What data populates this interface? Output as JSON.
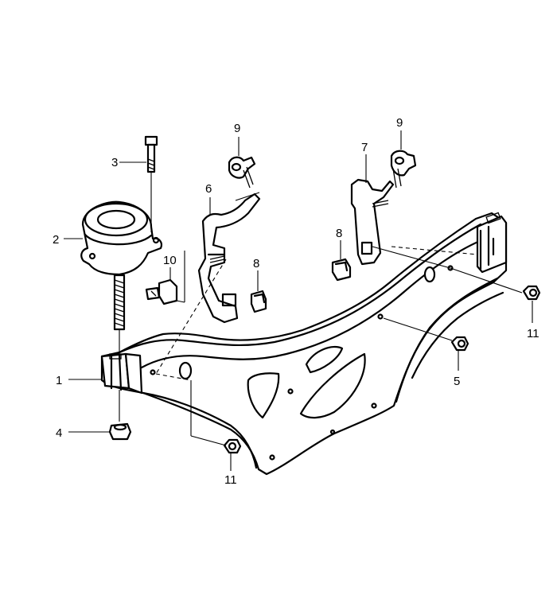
{
  "callouts": [
    {
      "id": "c1",
      "label": "1"
    },
    {
      "id": "c2",
      "label": "2"
    },
    {
      "id": "c3",
      "label": "3"
    },
    {
      "id": "c4",
      "label": "4"
    },
    {
      "id": "c5",
      "label": "5"
    },
    {
      "id": "c6",
      "label": "6"
    },
    {
      "id": "c7",
      "label": "7"
    },
    {
      "id": "c8a",
      "label": "8"
    },
    {
      "id": "c8b",
      "label": "8"
    },
    {
      "id": "c9a",
      "label": "9"
    },
    {
      "id": "c9b",
      "label": "9"
    },
    {
      "id": "c10",
      "label": "10"
    },
    {
      "id": "c11a",
      "label": "11"
    },
    {
      "id": "c11b",
      "label": "11"
    }
  ]
}
